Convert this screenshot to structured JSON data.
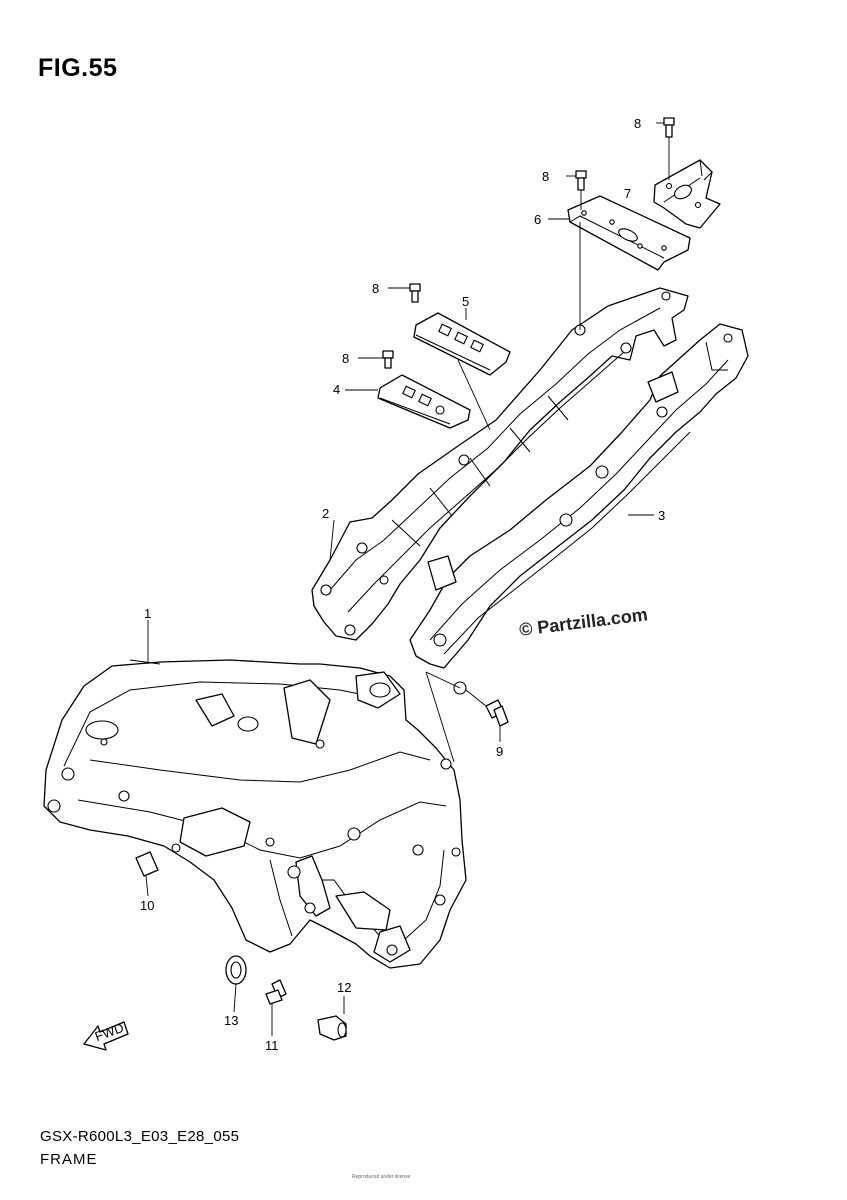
{
  "figure": {
    "title": "FIG.55",
    "code": "GSX-R600L3_E03_E28_055",
    "name": "FRAME",
    "watermark": "© Partzilla.com",
    "fine_print": "Reproduced under license"
  },
  "callouts": [
    {
      "id": "1",
      "label": "1"
    },
    {
      "id": "2",
      "label": "2"
    },
    {
      "id": "3",
      "label": "3"
    },
    {
      "id": "4",
      "label": "4"
    },
    {
      "id": "5",
      "label": "5"
    },
    {
      "id": "6",
      "label": "6"
    },
    {
      "id": "7",
      "label": "7"
    },
    {
      "id": "8a",
      "label": "8"
    },
    {
      "id": "8b",
      "label": "8"
    },
    {
      "id": "8c",
      "label": "8"
    },
    {
      "id": "8d",
      "label": "8"
    },
    {
      "id": "9",
      "label": "9"
    },
    {
      "id": "10",
      "label": "10"
    },
    {
      "id": "11",
      "label": "11"
    },
    {
      "id": "12",
      "label": "12"
    },
    {
      "id": "13",
      "label": "13"
    }
  ],
  "forward_arrow_label": "FWD"
}
